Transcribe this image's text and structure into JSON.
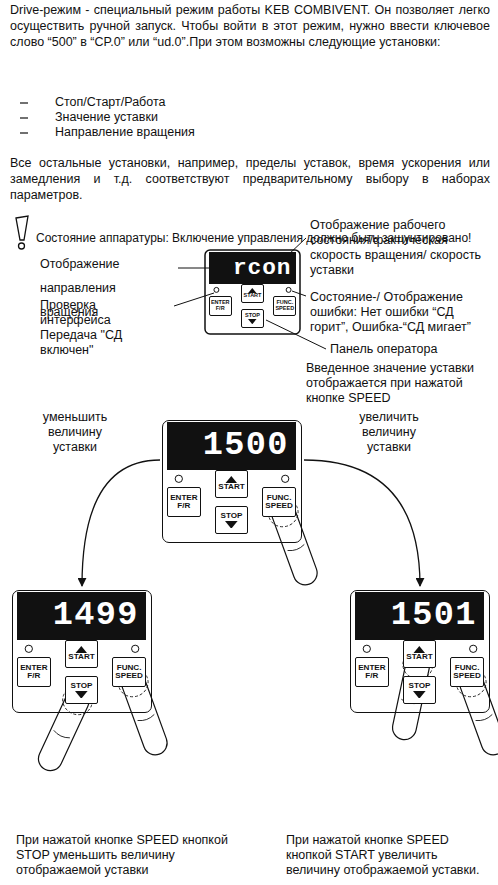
{
  "diagram": {
    "nodes": [
      {
        "text": [
          "rcon"
        ]
      },
      {
        "text": [
          "ENTER F/R"
        ]
      },
      {
        "text": [
          "START"
        ]
      },
      {
        "text": [
          "FUNC. SPEED"
        ]
      },
      {
        "text": [
          "STOP"
        ]
      },
      {
        "text": [
          "Введенное значение уставки отображается при нажатой кнопке SPEED"
        ]
      },
      {
        "text": [
          "1500"
        ],
        "in": 5
      },
      {
        "text": [
          "ENTER F/R"
        ],
        "in": 5
      },
      {
        "text": [
          "START"
        ],
        "in": 5
      },
      {
        "text": [
          "FUNC. SPEED"
        ],
        "in": 5
      },
      {
        "text": [
          "STOP"
        ],
        "in": 5
      },
      {
        "text": [
          "При нажатой кнопке SPEED кнопкой STOP уменьшить величину отображаемой уставки"
        ]
      },
      {
        "text": [
          "1499"
        ],
        "in": 11
      },
      {
        "text": [
          "ENTER F/R"
        ],
        "in": 11
      },
      {
        "text": [
          "START"
        ],
        "in": 11
      },
      {
        "text": [
          "FUNC. SPEED"
        ],
        "in": 11
      },
      {
        "text": [
          "STOP"
        ],
        "in": 11
      },
      {
        "text": [
          "При нажатой кнопке SPEED кнопкой START увеличить величину отображаемой уставки."
        ]
      },
      {
        "text": [
          "1501"
        ],
        "in": 17
      },
      {
        "text": [
          "ENTER F/R"
        ],
        "in": 17
      },
      {
        "text": [
          "START"
        ],
        "in": 17
      },
      {
        "text": [
          "FUNC. SPEED"
        ],
        "in": 17
      },
      {
        "text": [
          "STOP"
        ],
        "in": 17
      }
    ],
    "edges": [
      {
        "from": 5,
        "to": 11,
        "arrow": "to",
        "label": "уменьшить величину уставки"
      },
      {
        "from": 5,
        "to": 17,
        "arrow": "to",
        "label": "увеличить величину уставки"
      }
    ],
    "labels": [
      "Drive-режим - специальный режим работы KEB COMBIVENT. Он позволяет легко осуществить ручной запуск. Чтобы войти в этот режим, нужно ввести ключевое слово “500” в “CP.0” или “ud.0”.При этом возможны следующие установки:",
      "Стоп/Старт/Работа",
      "Значение уставки",
      "Направление вращения",
      "Все остальные установки, например, пределы уставок, время ускорения или замедления и т.д. соответствуют предварительному выбору в наборах параметров.",
      "Состояние аппаратуры: Включение управления должно быть зашунтировано!",
      "Отображение направления вращения",
      "Отображение рабочего состояния/фактическая скорость вращения/ скорость уставки",
      "Проверка интерфейса Передача \"СД включен\"",
      "Состояние-/ Отображение ошибки: Нет ошибки “СД горит”, Ошибка-“СД мигает”",
      "Панель оператора"
    ]
  }
}
